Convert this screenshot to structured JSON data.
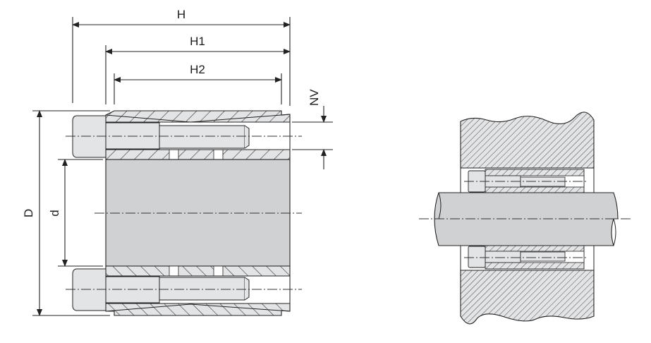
{
  "labels": {
    "H": "H",
    "H1": "H1",
    "H2": "H2",
    "NV": "NV",
    "D": "D",
    "d": "d"
  },
  "colors": {
    "part_fill": "#e3e4e6",
    "shaft_fill": "#d0d1d3",
    "line": "#222222",
    "hatch": "#333333"
  }
}
